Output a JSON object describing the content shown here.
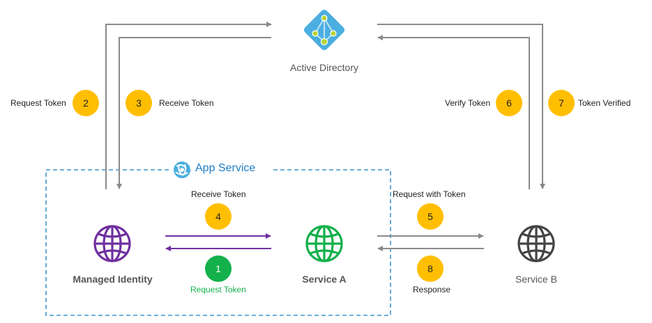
{
  "colors": {
    "step_badge": "#FFBE00",
    "step_badge_green": "#13B04B",
    "flow_gray": "#8A8A8A",
    "flow_purple": "#7030A0",
    "app_service_border": "#3E95D1",
    "app_service_title": "#1C7DC4",
    "managed_identity_icon": "#7030A0",
    "service_a_icon": "#13B04B",
    "service_b_icon": "#444444",
    "active_directory_icon": "#4BAEE0",
    "active_directory_node": "#B8D432"
  },
  "nodes": {
    "active_directory": {
      "label": "Active Directory",
      "icon": "active-directory-icon"
    },
    "managed_identity": {
      "label": "Managed Identity",
      "icon": "globe-icon"
    },
    "service_a": {
      "label": "Service A",
      "icon": "globe-icon"
    },
    "service_b": {
      "label": "Service B",
      "icon": "globe-icon"
    }
  },
  "app_service": {
    "title": "App Service",
    "icon": "app-service-icon"
  },
  "steps": [
    {
      "number": "1",
      "label": "Request Token"
    },
    {
      "number": "2",
      "label": "Request Token"
    },
    {
      "number": "3",
      "label": "Receive Token"
    },
    {
      "number": "4",
      "label": "Receive Token"
    },
    {
      "number": "5",
      "label": "Request with Token"
    },
    {
      "number": "6",
      "label": "Verify Token"
    },
    {
      "number": "7",
      "label": "Token Verified"
    },
    {
      "number": "8",
      "label": "Response"
    }
  ]
}
